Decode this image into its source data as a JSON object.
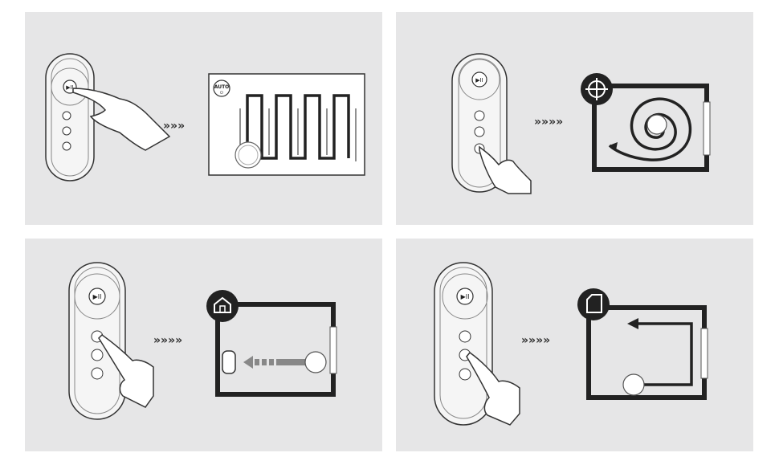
{
  "panels": [
    {
      "id": "auto",
      "mode_label": "AUTO",
      "mode_icon": "auto-power-icon",
      "arrows": "»»»",
      "path": "zigzag"
    },
    {
      "id": "spot",
      "mode_icon": "spot-target-icon",
      "arrows": "»»»»",
      "path": "spiral"
    },
    {
      "id": "home",
      "mode_icon": "home-icon",
      "arrows": "»»»»",
      "path": "return-to-dock"
    },
    {
      "id": "edge",
      "mode_icon": "edge-corner-icon",
      "arrows": "»»»»",
      "path": "edge-follow"
    }
  ],
  "remote": {
    "play_pause": "▶II"
  },
  "colors": {
    "panel_bg": "#e6e6e7",
    "line": "#222222",
    "remote": "#f4f4f4"
  }
}
